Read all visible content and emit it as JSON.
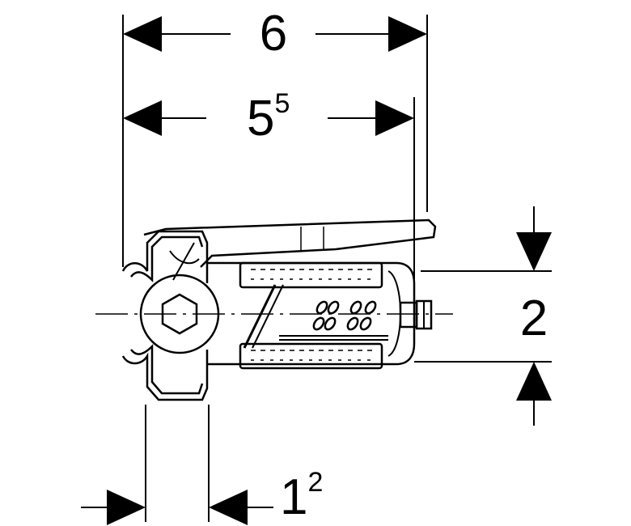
{
  "dimensions": {
    "overall_width": {
      "main": "6",
      "sup": ""
    },
    "inner_width": {
      "main": "5",
      "sup": "5"
    },
    "height": {
      "main": "2",
      "sup": ""
    },
    "clamp_width": {
      "main": "1",
      "sup": "2"
    }
  },
  "colors": {
    "line": "#000000",
    "background": "#ffffff"
  }
}
